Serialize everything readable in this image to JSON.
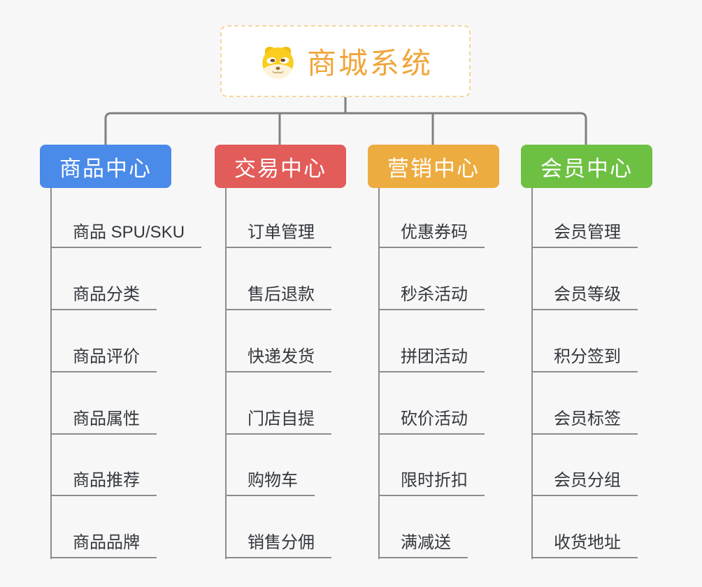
{
  "app": {
    "background": "#F7F7F7",
    "connector_color": "#7F7F7F",
    "leaf_line_color": "#8C8C8C",
    "leaf_text_color": "#33373D"
  },
  "root": {
    "title": "商城系统",
    "icon": "doge-icon",
    "title_color": "#F0A63C",
    "border_color": "#F5D5A0",
    "background": "#FFFFFF"
  },
  "branches": [
    {
      "id": "product-center",
      "label": "商品中心",
      "color": "#4A8AE9",
      "text_color": "#FFFFFF",
      "children": [
        "商品 SPU/SKU",
        "商品分类",
        "商品评价",
        "商品属性",
        "商品推荐",
        "商品品牌"
      ]
    },
    {
      "id": "trade-center",
      "label": "交易中心",
      "color": "#E25C59",
      "text_color": "#FFFFFF",
      "children": [
        "订单管理",
        "售后退款",
        "快递发货",
        "门店自提",
        "购物车",
        "销售分佣"
      ]
    },
    {
      "id": "marketing-center",
      "label": "营销中心",
      "color": "#EDAC40",
      "text_color": "#FFFFFF",
      "children": [
        "优惠券码",
        "秒杀活动",
        "拼团活动",
        "砍价活动",
        "限时折扣",
        "满减送"
      ]
    },
    {
      "id": "member-center",
      "label": "会员中心",
      "color": "#6EC043",
      "text_color": "#FFFFFF",
      "children": [
        "会员管理",
        "会员等级",
        "积分签到",
        "会员标签",
        "会员分组",
        "收货地址"
      ]
    }
  ]
}
